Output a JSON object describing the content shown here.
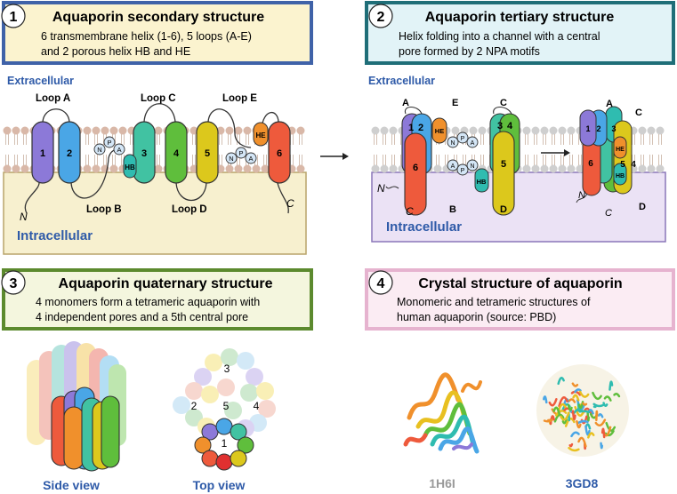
{
  "panels": [
    {
      "number": "1",
      "title": "Aquaporin secondary structure",
      "desc": [
        "6 transmembrane helix (1-6), 5 loops (A-E)",
        "and 2 porous helix HB and HE"
      ]
    },
    {
      "number": "2",
      "title": "Aquaporin tertiary structure",
      "desc": [
        "Helix folding into a channel with a central",
        "pore formed by 2 NPA motifs"
      ]
    },
    {
      "number": "3",
      "title": "Aquaporin quaternary structure",
      "desc": [
        "4 monomers form a tetrameric aquaporin with",
        "4 independent pores and a 5th central pore"
      ]
    },
    {
      "number": "4",
      "title": "Crystal structure of aquaporin",
      "desc": [
        "Monomeric and tetrameric structures of",
        "human aquaporin (source: PBD)"
      ]
    }
  ],
  "secondary": {
    "extracellular": "Extracellular",
    "intracellular": "Intracellular",
    "loops": [
      "Loop A",
      "Loop B",
      "Loop C",
      "Loop D",
      "Loop E"
    ],
    "helices": [
      "1",
      "2",
      "3",
      "4",
      "5",
      "6"
    ],
    "pore_helices": [
      "HB",
      "HE"
    ],
    "npa": [
      "N",
      "P",
      "A"
    ],
    "n_term": "N",
    "c_term": "C"
  },
  "tertiary": {
    "extracellular": "Extracellular",
    "intracellular": "Intracellular",
    "loop_letters": [
      "A",
      "E",
      "C",
      "B",
      "D"
    ],
    "n_term": "N",
    "c_term": "C"
  },
  "quaternary": {
    "side_caption": "Side view",
    "top_caption": "Top view",
    "pore_numbers": [
      "1",
      "2",
      "3",
      "4",
      "5"
    ]
  },
  "crystal": {
    "label_monomer": "1H6I",
    "label_tetramer": "3GD8"
  },
  "colors": {
    "panel1_border": "#3f62a8",
    "panel1_fill": "#fbf3cf",
    "panel2_border": "#1f6e78",
    "panel2_fill": "#e2f3f7",
    "panel3_border": "#5c8a2e",
    "panel3_fill": "#f4f6de",
    "panel4_border": "#e6b3cf",
    "panel4_fill": "#fbecf3",
    "label_blue": "#2e5aa8",
    "helix1": "#8c79d8",
    "helix2": "#4aa6e6",
    "helix3": "#41c2a2",
    "helix4": "#5fbe3c",
    "helix5": "#dcc81c",
    "helix6": "#ee5a3c",
    "hb": "#2fbcb0",
    "he": "#f0902c"
  }
}
